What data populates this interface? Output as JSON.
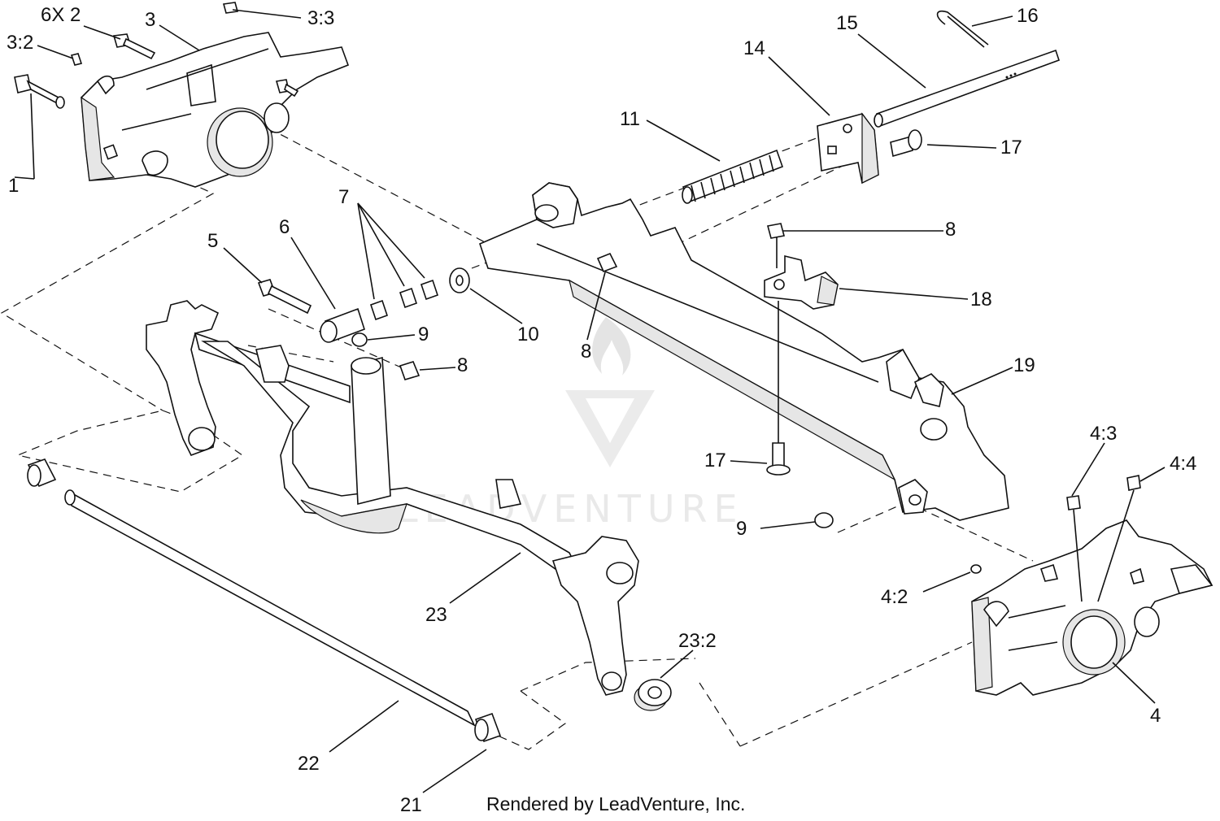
{
  "callouts": [
    {
      "id": "6x2",
      "text": "6X 2"
    },
    {
      "id": "3",
      "text": "3"
    },
    {
      "id": "3-3",
      "text": "3:3"
    },
    {
      "id": "3-2",
      "text": "3:2"
    },
    {
      "id": "1",
      "text": "1"
    },
    {
      "id": "16",
      "text": "16"
    },
    {
      "id": "15",
      "text": "15"
    },
    {
      "id": "14",
      "text": "14"
    },
    {
      "id": "11",
      "text": "11"
    },
    {
      "id": "17-top",
      "text": "17"
    },
    {
      "id": "7",
      "text": "7"
    },
    {
      "id": "5",
      "text": "5"
    },
    {
      "id": "6",
      "text": "6"
    },
    {
      "id": "8-right",
      "text": "8"
    },
    {
      "id": "18",
      "text": "18"
    },
    {
      "id": "9-center",
      "text": "9"
    },
    {
      "id": "10",
      "text": "10"
    },
    {
      "id": "8-center",
      "text": "8"
    },
    {
      "id": "8-left",
      "text": "8"
    },
    {
      "id": "19",
      "text": "19"
    },
    {
      "id": "4-3",
      "text": "4:3"
    },
    {
      "id": "4-4",
      "text": "4:4"
    },
    {
      "id": "17-bottom",
      "text": "17"
    },
    {
      "id": "9-right",
      "text": "9"
    },
    {
      "id": "4-2",
      "text": "4:2"
    },
    {
      "id": "23",
      "text": "23"
    },
    {
      "id": "23-2",
      "text": "23:2"
    },
    {
      "id": "4",
      "text": "4"
    },
    {
      "id": "22",
      "text": "22"
    },
    {
      "id": "21",
      "text": "21"
    }
  ],
  "watermark": "LEADVENTURE",
  "footer": "Rendered by LeadVenture, Inc."
}
